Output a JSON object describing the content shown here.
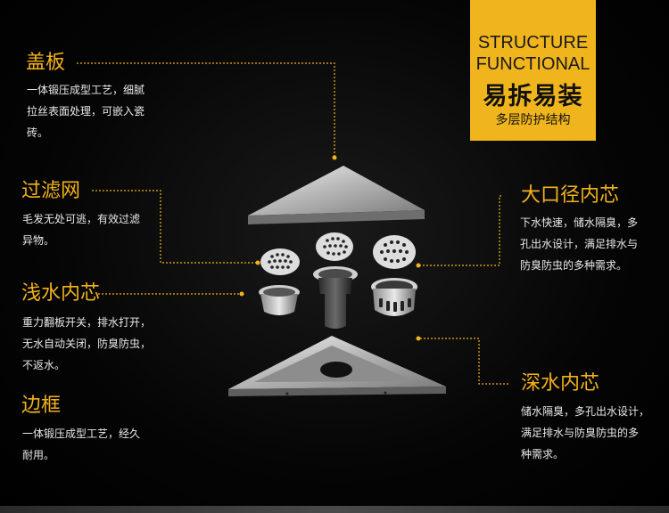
{
  "badge": {
    "en_line1": "STRUCTURE",
    "en_line2": "FUNCTIONAL",
    "cn_title": "易拆易装",
    "cn_sub": "多层防护结构"
  },
  "parts": {
    "cover": {
      "title": "盖板",
      "desc_line1": "一体锻压成型工艺，细腻",
      "desc_line2": "拉丝表面处理，可嵌入瓷",
      "desc_line3": "砖。"
    },
    "filter": {
      "title": "过滤网",
      "desc_line1": "毛发无处可逃，有效过滤",
      "desc_line2": "异物。"
    },
    "shallow_core": {
      "title": "浅水内芯",
      "desc_line1": "重力翻板开关，排水打开，",
      "desc_line2": "无水自动关闭，防臭防虫，",
      "desc_line3": "不返水。"
    },
    "frame": {
      "title": "边框",
      "desc_line1": "一体锻压成型工艺，经久",
      "desc_line2": "耐用。"
    },
    "large_core": {
      "title": "大口径内芯",
      "desc_line1": "下水快速，储水隔臭，多",
      "desc_line2": "孔出水设计，满足排水与",
      "desc_line3": "防臭防虫的多种需求。"
    },
    "deep_core": {
      "title": "深水内芯",
      "desc_line1": "储水隔臭，多孔出水设计，",
      "desc_line2": "满足排水与防臭防虫的多",
      "desc_line3": "种需求。"
    }
  },
  "colors": {
    "accent": "#f2b21a",
    "badge_bg": "#f0b51c",
    "background": "#000000",
    "text": "#e8e8e8"
  }
}
